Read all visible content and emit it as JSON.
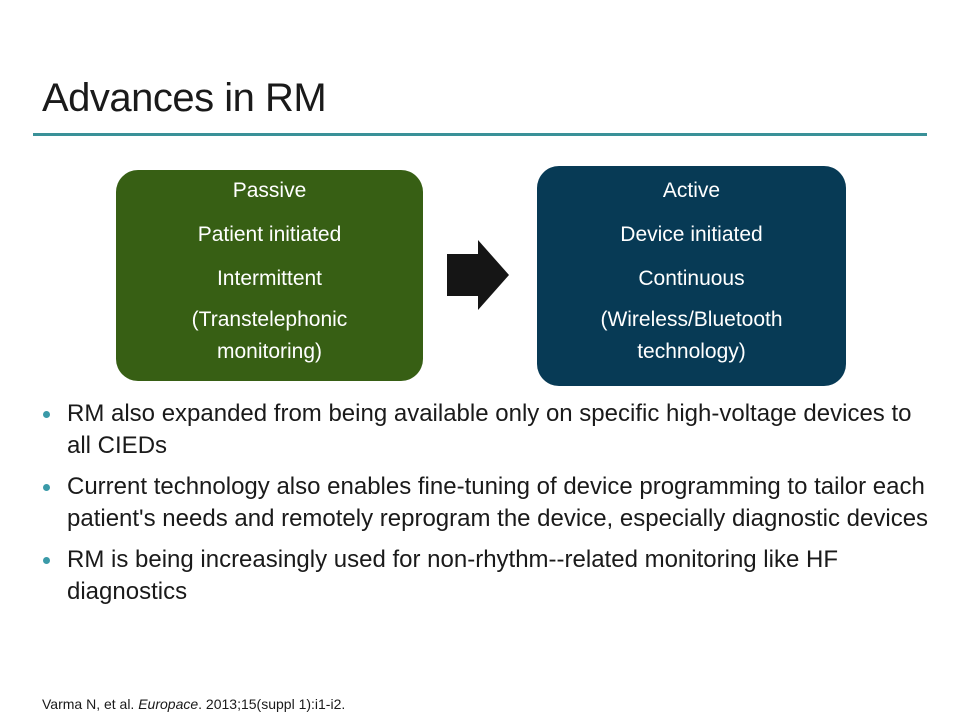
{
  "slide": {
    "title": "Advances in RM",
    "accent_color": "#3a9198"
  },
  "diagram": {
    "from_box": {
      "color": "#375f14",
      "lines": [
        "Passive",
        "Patient initiated",
        "Intermittent",
        "(Transtelephonic monitoring)"
      ]
    },
    "arrow": {
      "icon": "right-arrow-icon",
      "color": "#151515"
    },
    "to_box": {
      "color": "#073a55",
      "lines": [
        "Active",
        "Device initiated",
        "Continuous",
        "(Wireless/Bluetooth technology)"
      ]
    }
  },
  "bullets": [
    "RM also expanded from being available only on specific high-voltage devices to all CIEDs",
    "Current technology also enables fine-tuning of device programming to tailor each patient's needs and remotely reprogram the device, especially diagnostic devices",
    "RM is being increasingly used for non-rhythm--related monitoring like HF diagnostics"
  ],
  "citation": {
    "authors": "Varma N, et al. ",
    "journal": "Europace",
    "details": ". 2013;15(suppl 1):i1-i2."
  }
}
